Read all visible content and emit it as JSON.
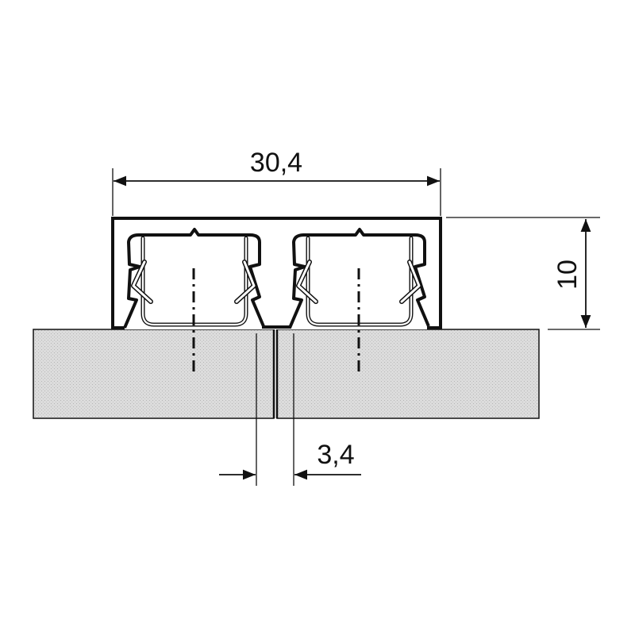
{
  "diagram": {
    "dimensions": {
      "width_label": "30,4",
      "height_label": "10",
      "gap_label": "3,4"
    },
    "colors": {
      "line": "#111111",
      "panel_fill": "#d9d9d9"
    }
  }
}
